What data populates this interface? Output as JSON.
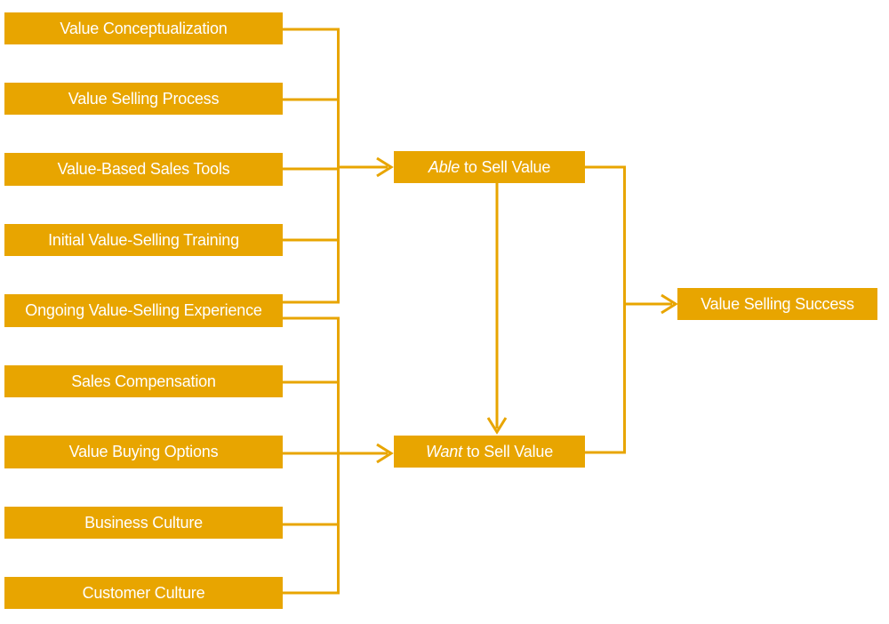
{
  "colors": {
    "accent": "#E8A500",
    "text": "#ffffff",
    "background": "#ffffff"
  },
  "factors": [
    "Value Conceptualization",
    "Value Selling Process",
    "Value-Based Sales Tools",
    "Initial Value-Selling Training",
    "Ongoing Value-Selling Experience",
    "Sales Compensation",
    "Value Buying Options",
    "Business Culture",
    "Customer Culture"
  ],
  "able": {
    "emphasis": "Able",
    "rest": "to Sell Value"
  },
  "want": {
    "emphasis": "Want",
    "rest": "to Sell Value"
  },
  "outcome": "Value Selling Success"
}
